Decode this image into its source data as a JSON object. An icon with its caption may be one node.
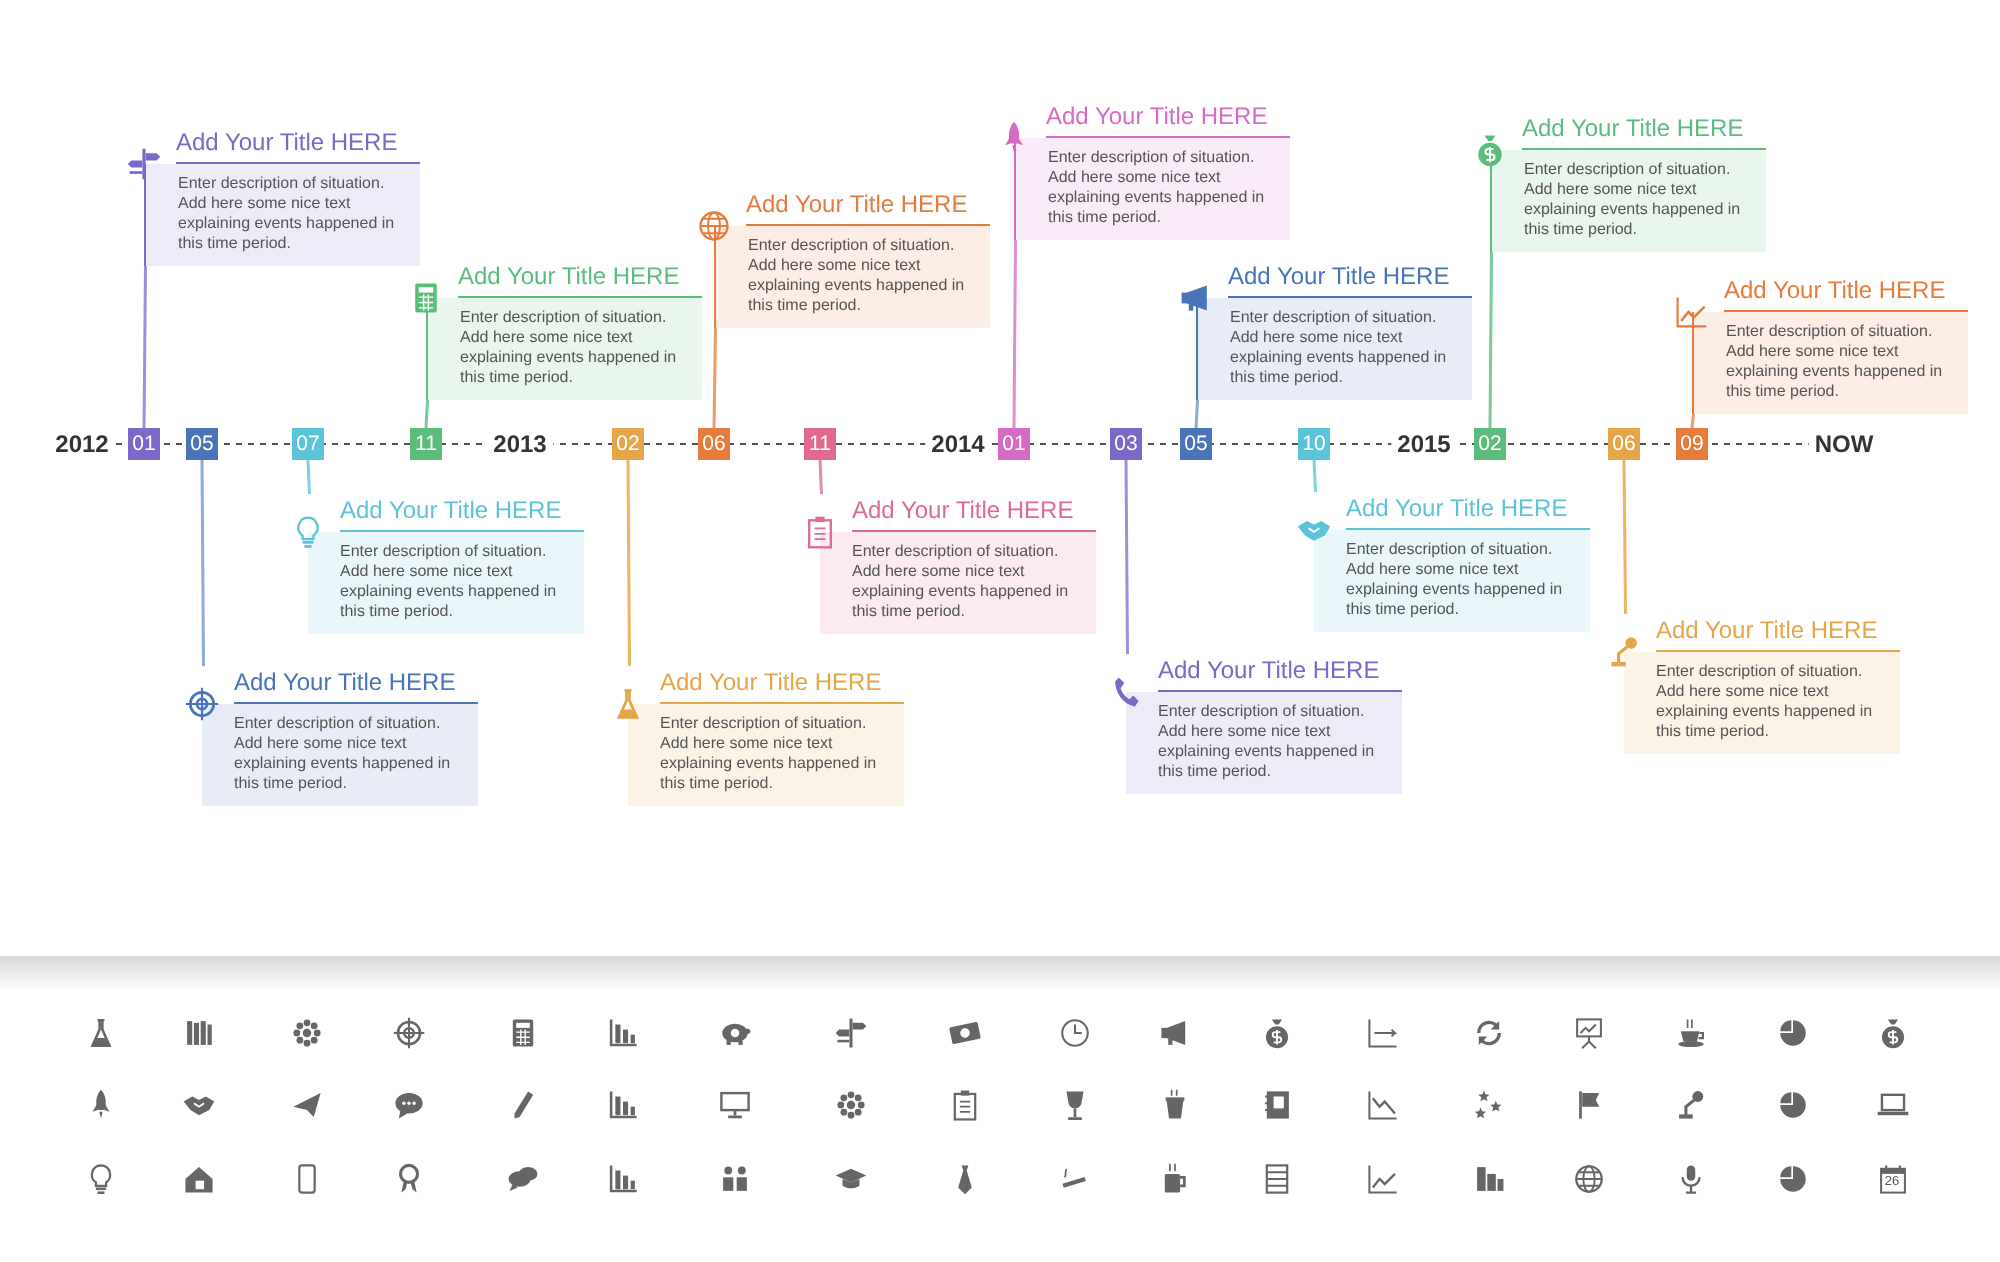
{
  "diagram": {
    "nodes": [
      {
        "text": [
          "01"
        ]
      },
      {
        "text": [
          "05"
        ]
      },
      {
        "text": [
          "07"
        ]
      },
      {
        "text": [
          "11"
        ]
      },
      {
        "text": [
          "02"
        ]
      },
      {
        "text": [
          "06"
        ]
      },
      {
        "text": [
          "11"
        ]
      },
      {
        "text": [
          "01"
        ]
      },
      {
        "text": [
          "03"
        ]
      },
      {
        "text": [
          "05"
        ]
      },
      {
        "text": [
          "10"
        ]
      },
      {
        "text": [
          "02"
        ]
      },
      {
        "text": [
          "06"
        ]
      },
      {
        "text": [
          "09"
        ]
      },
      {
        "text": [
          "Add Your Title HERE",
          "Enter description of situation. Add here some nice text explaining events happened in this time period."
        ]
      },
      {
        "text": [
          "Add Your Title HERE",
          "Enter description of situation. Add here some nice text explaining events happened in this time period."
        ]
      },
      {
        "text": [
          "Add Your Title HERE",
          "Enter description of situation. Add here some nice text explaining events happened in this time period."
        ]
      },
      {
        "text": [
          "Add Your Title HERE",
          "Enter description of situation. Add here some nice text explaining events happened in this time period."
        ]
      },
      {
        "text": [
          "Add Your Title HERE",
          "Enter description of situation. Add here some nice text explaining events happened in this time period."
        ]
      },
      {
        "text": [
          "Add Your Title HERE",
          "Enter description of situation. Add here some nice text explaining events happened in this time period."
        ]
      },
      {
        "text": [
          "Add Your Title HERE",
          "Enter description of situation. Add here some nice text explaining events happened in this time period."
        ]
      },
      {
        "text": [
          "Add Your Title HERE",
          "Enter description of situation. Add here some nice text explaining events happened in this time period."
        ]
      },
      {
        "text": [
          "Add Your Title HERE",
          "Enter description of situation. Add here some nice text explaining events happened in this time period."
        ]
      },
      {
        "text": [
          "Add Your Title HERE",
          "Enter description of situation. Add here some nice text explaining events happened in this time period."
        ]
      },
      {
        "text": [
          "Add Your Title HERE",
          "Enter description of situation. Add here some nice text explaining events happened in this time period."
        ]
      },
      {
        "text": [
          "Add Your Title HERE",
          "Enter description of situation. Add here some nice text explaining events happened in this time period."
        ]
      },
      {
        "text": [
          "Add Your Title HERE",
          "Enter description of situation. Add here some nice text explaining events happened in this time period."
        ]
      },
      {
        "text": [
          "Add Your Title HERE",
          "Enter description of situation. Add here some nice text explaining events happened in this time period."
        ]
      }
    ],
    "edges": [
      {
        "from": 0,
        "to": 14,
        "arrow": "none",
        "color": "#9d8fdc"
      },
      {
        "from": 1,
        "to": 15,
        "arrow": "none",
        "color": "#8fa9d8"
      },
      {
        "from": 2,
        "to": 16,
        "arrow": "none",
        "color": "#7fd0e0"
      },
      {
        "from": 3,
        "to": 17,
        "arrow": "none",
        "color": "#7ccb97"
      },
      {
        "from": 4,
        "to": 18,
        "arrow": "none",
        "color": "#ecb463"
      },
      {
        "from": 5,
        "to": 19,
        "arrow": "none",
        "color": "#ee9a66"
      },
      {
        "from": 6,
        "to": 20,
        "arrow": "none",
        "color": "#e88aa5"
      },
      {
        "from": 7,
        "to": 21,
        "arrow": "none",
        "color": "#dd8fd0"
      },
      {
        "from": 8,
        "to": 22,
        "arrow": "none",
        "color": "#9d8fdc"
      },
      {
        "from": 9,
        "to": 23,
        "arrow": "none",
        "color": "#8fa9d8"
      },
      {
        "from": 10,
        "to": 24,
        "arrow": "none",
        "color": "#7fd0e0"
      },
      {
        "from": 11,
        "to": 25,
        "arrow": "none",
        "color": "#7ccb97"
      },
      {
        "from": 12,
        "to": 26,
        "arrow": "none",
        "color": "#ecb463"
      },
      {
        "from": 13,
        "to": 27,
        "arrow": "none",
        "color": "#ee9a66"
      }
    ],
    "labels": [
      "2012",
      "2013",
      "2014",
      "2015",
      "NOW",
      "26"
    ]
  }
}
